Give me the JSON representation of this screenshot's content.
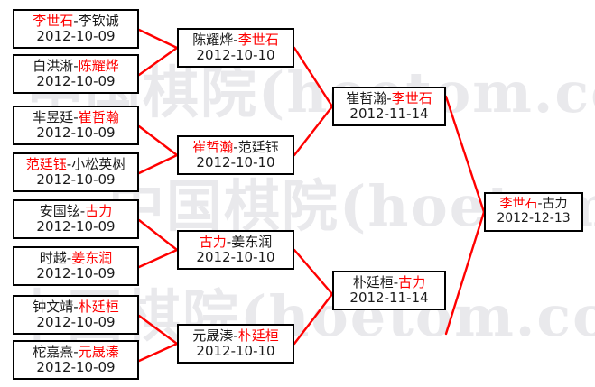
{
  "watermark": {
    "line1": "中国棋院",
    "line2": "(hoetom.com)",
    "line3": "中国棋院(hoetom.com)",
    "color": "#e9e9ec"
  },
  "colors": {
    "winner": "#ff0000",
    "loser": "#1a1a1a",
    "connector": "#ff0000",
    "box_border": "#000000",
    "background": "#ffffff"
  },
  "bracket": {
    "separator": "-",
    "round1": [
      {
        "id": "r1m1",
        "left": "李世石",
        "right": "李钦诚",
        "left_winner": true,
        "right_winner": false,
        "date": "2012-10-09"
      },
      {
        "id": "r1m2",
        "left": "白洪淅",
        "right": "陈耀烨",
        "left_winner": false,
        "right_winner": true,
        "date": "2012-10-09"
      },
      {
        "id": "r1m3",
        "left": "芈昱廷",
        "right": "崔哲瀚",
        "left_winner": false,
        "right_winner": true,
        "date": "2012-10-09"
      },
      {
        "id": "r1m4",
        "left": "范廷钰",
        "right": "小松英树",
        "left_winner": true,
        "right_winner": false,
        "date": "2012-10-09"
      },
      {
        "id": "r1m5",
        "left": "安国铉",
        "right": "古力",
        "left_winner": false,
        "right_winner": true,
        "date": "2012-10-09"
      },
      {
        "id": "r1m6",
        "left": "时越",
        "right": "姜东润",
        "left_winner": false,
        "right_winner": true,
        "date": "2012-10-09"
      },
      {
        "id": "r1m7",
        "left": "钟文靖",
        "right": "朴廷桓",
        "left_winner": false,
        "right_winner": true,
        "date": "2012-10-09"
      },
      {
        "id": "r1m8",
        "left": "柁嘉熹",
        "right": "元晟溱",
        "left_winner": false,
        "right_winner": true,
        "date": "2012-10-09"
      }
    ],
    "round2": [
      {
        "id": "r2m1",
        "left": "陈耀烨",
        "right": "李世石",
        "left_winner": false,
        "right_winner": true,
        "date": "2012-10-10"
      },
      {
        "id": "r2m2",
        "left": "崔哲瀚",
        "right": "范廷钰",
        "left_winner": true,
        "right_winner": false,
        "date": "2012-10-10"
      },
      {
        "id": "r2m3",
        "left": "古力",
        "right": "姜东润",
        "left_winner": true,
        "right_winner": false,
        "date": "2012-10-10"
      },
      {
        "id": "r2m4",
        "left": "元晟溱",
        "right": "朴廷桓",
        "left_winner": false,
        "right_winner": true,
        "date": "2012-10-10"
      }
    ],
    "round3": [
      {
        "id": "r3m1",
        "left": "崔哲瀚",
        "right": "李世石",
        "left_winner": false,
        "right_winner": true,
        "date": "2012-11-14"
      },
      {
        "id": "r3m2",
        "left": "朴廷桓",
        "right": "古力",
        "left_winner": false,
        "right_winner": true,
        "date": "2012-11-14"
      }
    ],
    "round4": [
      {
        "id": "r4m1",
        "left": "李世石",
        "right": "古力",
        "left_winner": true,
        "right_winner": false,
        "date": "2012-12-13"
      }
    ]
  }
}
